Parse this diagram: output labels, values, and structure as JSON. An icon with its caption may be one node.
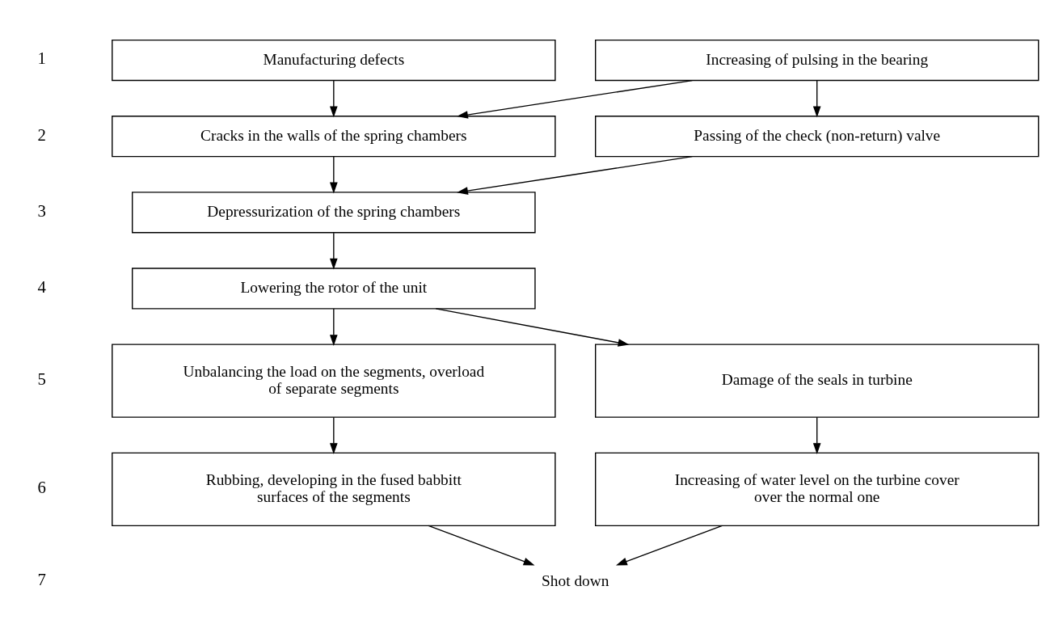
{
  "diagram": {
    "nodes": [
      {
        "text": [
          "Increasing of pulsing in the bearing"
        ]
      },
      {
        "text": [
          "Manufacturing defects"
        ]
      },
      {
        "text": [
          "Passing of the check (non-return) valve"
        ]
      },
      {
        "text": [
          "Cracks in the walls of the spring chambers"
        ]
      },
      {
        "text": [
          "Depressurization of the spring chambers"
        ]
      },
      {
        "text": [
          "Lowering the rotor of the unit"
        ]
      },
      {
        "text": [
          "Damage of the seals in turbine"
        ]
      },
      {
        "text": [
          "Unbalancing the load on the segments, overload of separate segments"
        ]
      },
      {
        "text": [
          "Increasing of water level on the turbine cover over the normal one"
        ]
      },
      {
        "text": [
          "Rubbing, developing in the fused babbitt surfaces of the segments"
        ]
      },
      {
        "text": [
          "Shot down"
        ]
      }
    ],
    "edges": [
      {
        "from": 0,
        "to": 2,
        "arrow": "to"
      },
      {
        "from": 0,
        "to": 3,
        "arrow": "to"
      },
      {
        "from": 1,
        "to": 3,
        "arrow": "to"
      },
      {
        "from": 2,
        "to": 4,
        "arrow": "to"
      },
      {
        "from": 3,
        "to": 4,
        "arrow": "to"
      },
      {
        "from": 4,
        "to": 5,
        "arrow": "to"
      },
      {
        "from": 5,
        "to": 6,
        "arrow": "to"
      },
      {
        "from": 5,
        "to": 7,
        "arrow": "to"
      },
      {
        "from": 6,
        "to": 8,
        "arrow": "to"
      },
      {
        "from": 7,
        "to": 9,
        "arrow": "to"
      },
      {
        "from": 8,
        "to": 10,
        "arrow": "to"
      },
      {
        "from": 9,
        "to": 10,
        "arrow": "to"
      }
    ],
    "labels": [
      "1",
      "2",
      "3",
      "4",
      "5",
      "6",
      "7"
    ]
  }
}
